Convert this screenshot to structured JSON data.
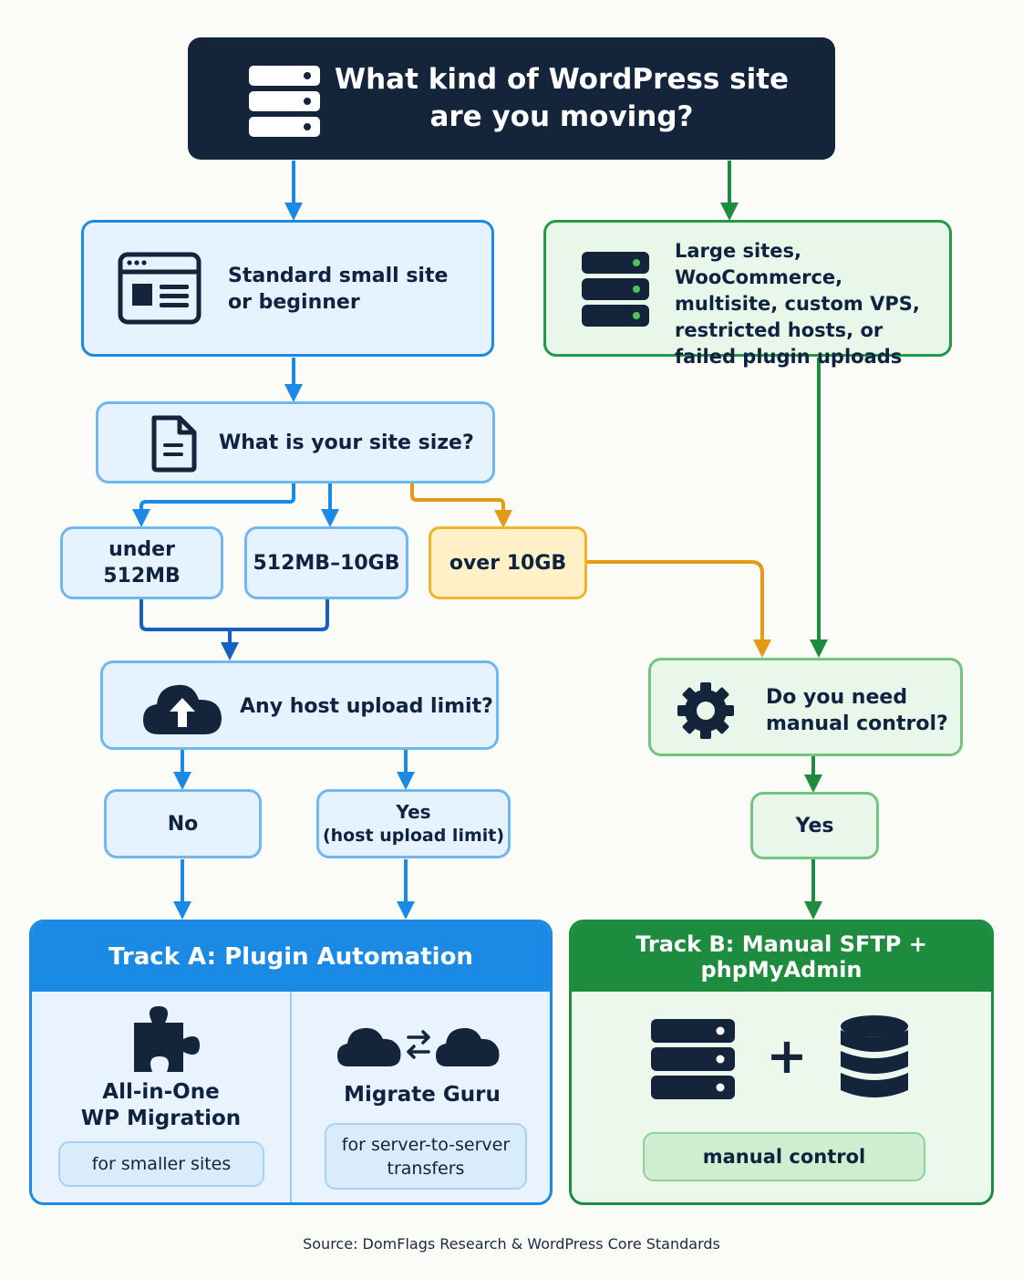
{
  "title": {
    "line1": "What kind of WordPress site",
    "line2": "are you moving?"
  },
  "branches": {
    "standard": {
      "line1": "Standard small site",
      "line2": "or beginner"
    },
    "large": {
      "line1": "Large sites, WooCommerce,",
      "line2": "multisite, custom VPS,",
      "line3": "restricted hosts, or",
      "line4": "failed plugin uploads"
    }
  },
  "size_question": "What is your site size?",
  "size_options": {
    "small": {
      "line1": "under",
      "line2": "512MB"
    },
    "medium": "512MB–10GB",
    "large": "over 10GB"
  },
  "upload_question": "Any host upload limit?",
  "upload_answers": {
    "no": "No",
    "yes": {
      "line1": "Yes",
      "line2": "(host upload limit)"
    }
  },
  "control_question": {
    "line1": "Do you need",
    "line2": "manual control?"
  },
  "control_answer": "Yes",
  "track_a": {
    "title": "Track A: Plugin Automation",
    "tools": [
      {
        "name_line1": "All-in-One",
        "name_line2": "WP Migration",
        "note_line1": "for smaller sites",
        "note_line2": "",
        "icon": "puzzle-icon"
      },
      {
        "name_line1": "Migrate Guru",
        "name_line2": "",
        "note_line1": "for server-to-server",
        "note_line2": "transfers",
        "icon": "cloud-transfer-icon"
      }
    ]
  },
  "track_b": {
    "title": "Track B: Manual SFTP + phpMyAdmin",
    "plus": "+",
    "note": "manual control",
    "icons": [
      "server-icon",
      "database-icon"
    ]
  },
  "source": "Source: DomFlags Research & WordPress Core Standards",
  "colors": {
    "navy": "#13243b",
    "blue_accent": "#1b8ae4",
    "green_accent": "#1e8c3e",
    "orange_accent": "#f0b42c"
  }
}
